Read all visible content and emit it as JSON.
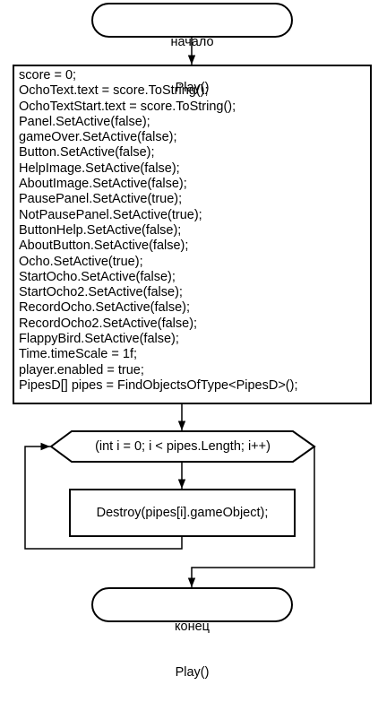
{
  "start": {
    "line1": "начало",
    "line2": "Play()"
  },
  "process": {
    "lines": [
      "score = 0;",
      "OchoText.text = score.ToString();",
      "OchoTextStart.text = score.ToString();",
      "Panel.SetActive(false);",
      "gameOver.SetActive(false);",
      "Button.SetActive(false);",
      "HelpImage.SetActive(false);",
      "AboutImage.SetActive(false);",
      "PausePanel.SetActive(true);",
      "NotPausePanel.SetActive(true);",
      "ButtonHelp.SetActive(false);",
      "AboutButton.SetActive(false);",
      "Ocho.SetActive(true);",
      "StartOcho.SetActive(false);",
      "StartOcho2.SetActive(false);",
      "RecordOcho.SetActive(false);",
      "RecordOcho2.SetActive(false);",
      "FlappyBird.SetActive(false);",
      "Time.timeScale = 1f;",
      "player.enabled = true;",
      "PipesD[] pipes = FindObjectsOfType<PipesD>();"
    ]
  },
  "loop": {
    "label": "(int i = 0; i < pipes.Length; i++)"
  },
  "body": {
    "label": "Destroy(pipes[i].gameObject);"
  },
  "end": {
    "line1": "конец",
    "line2": "Play()"
  }
}
